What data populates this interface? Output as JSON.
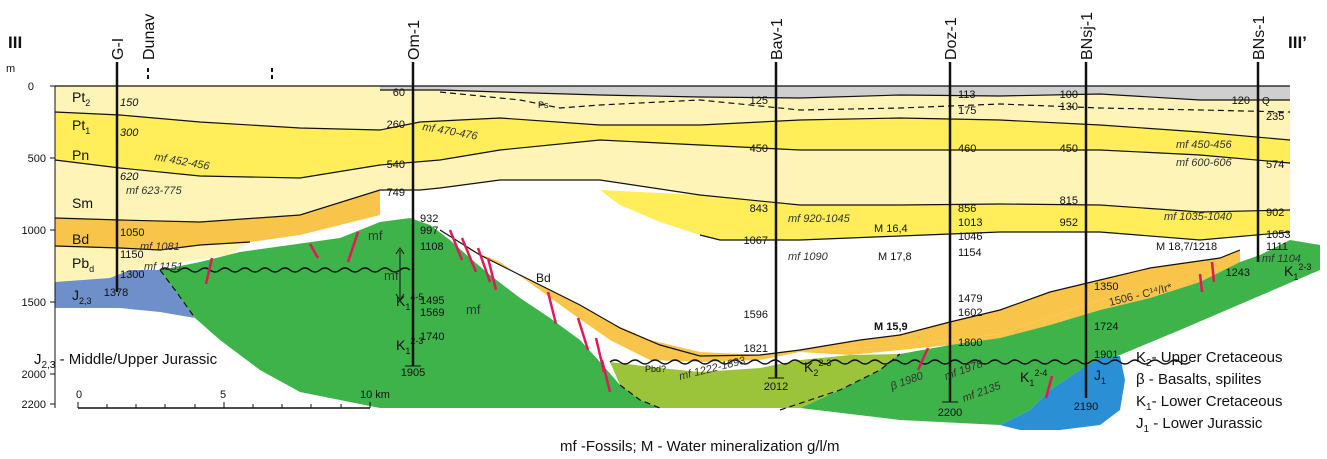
{
  "corners": {
    "left": "III",
    "right": "III’"
  },
  "depth_axis": {
    "unit": "m",
    "ticks": [
      "0",
      "500",
      "1000",
      "1500",
      "2000",
      "2200"
    ]
  },
  "wells": [
    "G-I",
    "Dunav",
    "Om-1",
    "Bav-1",
    "Doz-1",
    "BNsj-1",
    "BNs-1"
  ],
  "formations": [
    "Pt",
    "Pt",
    "Pn",
    "Sm",
    "Bd",
    "Pb",
    "Q",
    "Ps",
    "Bd",
    "Pbd?"
  ],
  "formation_subscripts": [
    "2",
    "1",
    "",
    "",
    "",
    "d"
  ],
  "jurassic_label": "J",
  "jurassic_sub": "2,3",
  "depths": {
    "gi": [
      "150",
      "300",
      "620",
      "1050",
      "1150",
      "1300",
      "1378"
    ],
    "om": [
      "60",
      "260",
      "540",
      "749",
      "932",
      "997",
      "1108",
      "1495",
      "1569",
      "1740",
      "1905"
    ],
    "bav": [
      "125",
      "450",
      "843",
      "1067",
      "1596",
      "1821",
      "2012"
    ],
    "doz": [
      "113",
      "175",
      "460",
      "856",
      "1013",
      "1046",
      "1154",
      "1479",
      "1602",
      "1800",
      "2200"
    ],
    "bnsj": [
      "100",
      "130",
      "450",
      "815",
      "952",
      "1350",
      "1724",
      "1901",
      "2190"
    ],
    "bns": [
      "120",
      "235",
      "574",
      "902",
      "1053",
      "1111",
      "1243"
    ]
  },
  "fossils": [
    "mf 452-456",
    "mf 623-775",
    "mf 1081",
    "mf 1151",
    "mf 470-476",
    "mf 920-1045",
    "mf 1090",
    "mf 1035-1040",
    "mf 450-456",
    "mf 600-606",
    "mf 1104",
    "mf 1222-1893",
    "mf 1978",
    "mf 2135",
    "mf",
    "mf",
    "mf"
  ],
  "mineralization": [
    "M 16,4",
    "M 17,8",
    "M 15,9",
    "M 18,7/1218"
  ],
  "other": {
    "basalt": "β 1980",
    "c14": "1506 - C¹⁴/Ir*"
  },
  "k_labels": {
    "om_k1a": "4-5",
    "om_k1b": "2-3",
    "bav_k2": "2-3",
    "doz_k1": "2-4",
    "bns_k1": "2-3",
    "j1": "1"
  },
  "legend": {
    "jurassic": "J - Middle/Upper Jurassic",
    "k2": "K - Upper Cretaceous",
    "beta": "β  - Basalts, spilites",
    "k1": "K - Lower Cretaceous",
    "j1": "J - Lower Jurassic"
  },
  "scale": {
    "ticks": [
      "0",
      "5",
      "10 km"
    ]
  },
  "footer": "mf -Fossils; M - Water mineralization g/l/m",
  "colors": {
    "quaternary": "#cfcfcf",
    "pale": "#fff4b8",
    "yellow": "#ffed5a",
    "orange": "#f9c44a",
    "green": "#3db34a",
    "lightgreen": "#9cc43a",
    "blue": "#6e8fc9",
    "lower_jurassic": "#2b8fd6",
    "fault": "#e0195a"
  }
}
